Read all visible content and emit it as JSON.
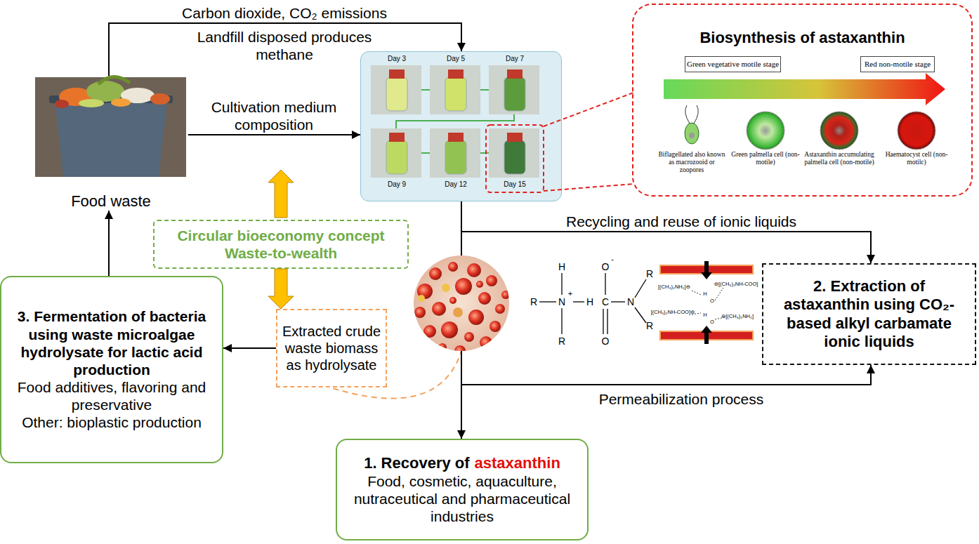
{
  "diagram": {
    "nodes": [
      {
        "text": [
          "Food waste"
        ]
      },
      {
        "text": [
          "Day 3",
          "Day 5",
          "Day 7",
          "Day 9",
          "Day 12",
          "Day 15"
        ]
      },
      {
        "text": [
          "Biosynthesis of astaxanthin"
        ]
      },
      {
        "text": [
          "Green vegetative motile stage"
        ],
        "in": 2
      },
      {
        "text": [
          "Red non-motile stage"
        ],
        "in": 2
      },
      {
        "text": [
          "Biflagellated also known as macrozooid or zoopores"
        ],
        "in": 2
      },
      {
        "text": [
          "Green palmella cell (non-motile)"
        ],
        "in": 2
      },
      {
        "text": [
          "Astaxanthin accumulating palmella cell (non-motile)"
        ],
        "in": 2
      },
      {
        "text": [
          "Haematocyst cell (non-motilc)"
        ],
        "in": 2
      },
      {
        "text": [
          "Circular bioeconomy concept Waste-to-wealth"
        ]
      },
      {
        "text": [
          "2. Extraction of astaxanthin using CO₂-based alkyl carbamate ionic liquids"
        ]
      },
      {
        "text": [
          "3. Fermentation of bacteria using waste microalgae hydrolysate for lactic acid production",
          "Food additives, flavoring and preservative",
          "Other: bioplastic production"
        ]
      },
      {
        "text": [
          "Extracted crude waste biomass as hydrolysate"
        ]
      },
      {
        "text": [
          "1. Recovery of",
          "astaxanthin",
          "Food, cosmetic, aquaculture, nutraceutical and pharmaceutical industries"
        ]
      }
    ],
    "edges": [
      {
        "from": 0,
        "to": 1,
        "arrow": "to",
        "label": "Carbon dioxide, CO₂ emissions"
      },
      {
        "from": 0,
        "to": 1,
        "arrow": "to",
        "label": "Cultivation medium composition"
      },
      {
        "from": 9,
        "to": 12,
        "arrow": "to"
      },
      {
        "from": 1,
        "to": 13,
        "arrow": "to"
      },
      {
        "from": 1,
        "to": 10,
        "arrow": "to",
        "label": "Recycling and reuse of ionic liquids"
      },
      {
        "from": 1,
        "to": 10,
        "arrow": "to",
        "label": "Permeabilization process"
      },
      {
        "from": 1,
        "to": 12,
        "arrow": "none"
      },
      {
        "from": 12,
        "to": 11,
        "arrow": "to"
      },
      {
        "from": 11,
        "to": 0,
        "arrow": "to"
      }
    ],
    "labels": [
      "Landfill disposed produces methane",
      "H",
      "R",
      "N",
      "+",
      "H",
      "R",
      "O",
      "-",
      "C",
      "N",
      "R",
      "R",
      "O",
      "[(CH₃)₂NH₂]⊖",
      "⊖[(CH₃)₂NH-COO]",
      "[(CH₃)₂NH-COO]⊖",
      "⊖[(CH₃)₂NH₂]",
      "H",
      "O",
      "H",
      "O"
    ]
  }
}
